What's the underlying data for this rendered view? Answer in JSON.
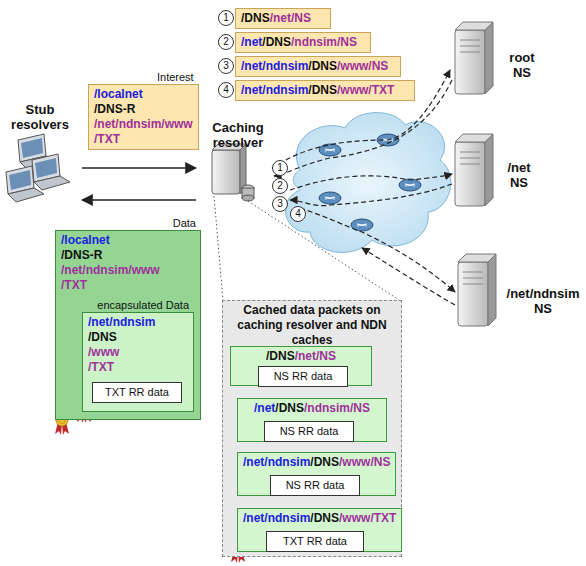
{
  "diagram": {
    "nodes": [
      {
        "text": [
          "Stub resolvers"
        ]
      },
      {
        "text": [
          "Interest",
          "/localnet",
          "/DNS-R",
          "/net/ndnsim/www",
          "/TXT"
        ]
      },
      {
        "text": [
          "Caching resolver"
        ]
      },
      {
        "text": [
          "root NS"
        ]
      },
      {
        "text": [
          "/net NS"
        ]
      },
      {
        "text": [
          "/net/ndnsim NS"
        ]
      },
      {
        "text": [
          "/DNS",
          "/net/NS"
        ]
      },
      {
        "text": [
          "/net",
          "/DNS",
          "/ndnsim/NS"
        ]
      },
      {
        "text": [
          "/net/ndnsim",
          "/DNS",
          "/www/NS"
        ]
      },
      {
        "text": [
          "/net/ndnsim",
          "/DNS",
          "/www/TXT"
        ]
      },
      {
        "text": [
          "Data",
          "/localnet",
          "/DNS-R",
          "/net/ndnsim/www",
          "/TXT"
        ]
      },
      {
        "text": [
          "encapsulated Data",
          "/net/ndnsim",
          "/DNS",
          "/www",
          "/TXT"
        ],
        "in": 10
      },
      {
        "text": [
          "TXT RR data"
        ],
        "in": 11
      },
      {
        "text": [
          "Cached data packets on caching resolver and NDN caches"
        ]
      },
      {
        "text": [
          "/DNS",
          "/net",
          "/NS"
        ],
        "in": 13
      },
      {
        "text": [
          "NS RR data"
        ],
        "in": 14
      },
      {
        "text": [
          "/net",
          "/DNS",
          "/ndnsim",
          "/NS"
        ],
        "in": 13
      },
      {
        "text": [
          "NS RR data"
        ],
        "in": 16
      },
      {
        "text": [
          "/net",
          "/ndnsim",
          "/DNS",
          "/www",
          "/NS"
        ],
        "in": 13
      },
      {
        "text": [
          "NS RR data"
        ],
        "in": 18
      },
      {
        "text": [
          "/net",
          "/ndnsim",
          "/DNS",
          "/www",
          "/TXT"
        ],
        "in": 13
      },
      {
        "text": [
          "TXT RR data"
        ],
        "in": 20
      }
    ],
    "edges": [
      {
        "from": 0,
        "to": 2,
        "arrow": "to"
      },
      {
        "from": 2,
        "to": 0,
        "arrow": "to"
      }
    ],
    "labels": [
      "1",
      "2",
      "3",
      "4",
      "1",
      "2",
      "3",
      "4"
    ]
  }
}
